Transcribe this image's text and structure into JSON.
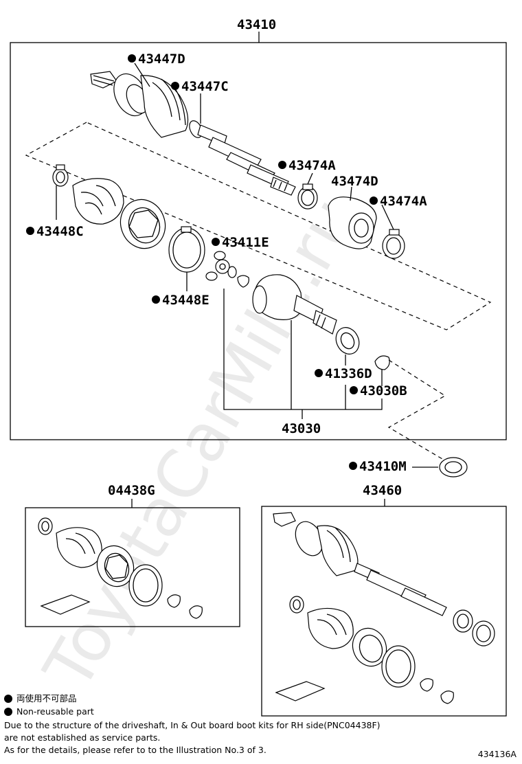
{
  "watermark": "ToyotaCarMile.ru",
  "figure_id": "434136A",
  "parts": {
    "assembly": "43410",
    "outboard_joint": "43447D",
    "outboard_boot_clamp_outer": "43447C",
    "damper_clamp_a1": "43474A",
    "damper": "43474D",
    "damper_clamp_a2": "43474A",
    "inboard_boot_clamp_small": "43448C",
    "tripod": "43411E",
    "inboard_boot_clamp_large": "43448E",
    "dust_deflector": "41336D",
    "snap_ring": "43030B",
    "inboard_joint": "43030",
    "bearing": "43410M",
    "boot_kit": "04438G",
    "rh_shaft": "43460"
  },
  "legend": {
    "line1": "両使用不可部品",
    "line2": "Non-reusable part"
  },
  "footnote": {
    "line1": "Due to the structure of the driveshaft, In & Out board  boot kits for RH side(PNC04438F)",
    "line2": "are not established as service parts.",
    "line3": "As for the details, please refer to to the Illustration No.3 of 3."
  }
}
